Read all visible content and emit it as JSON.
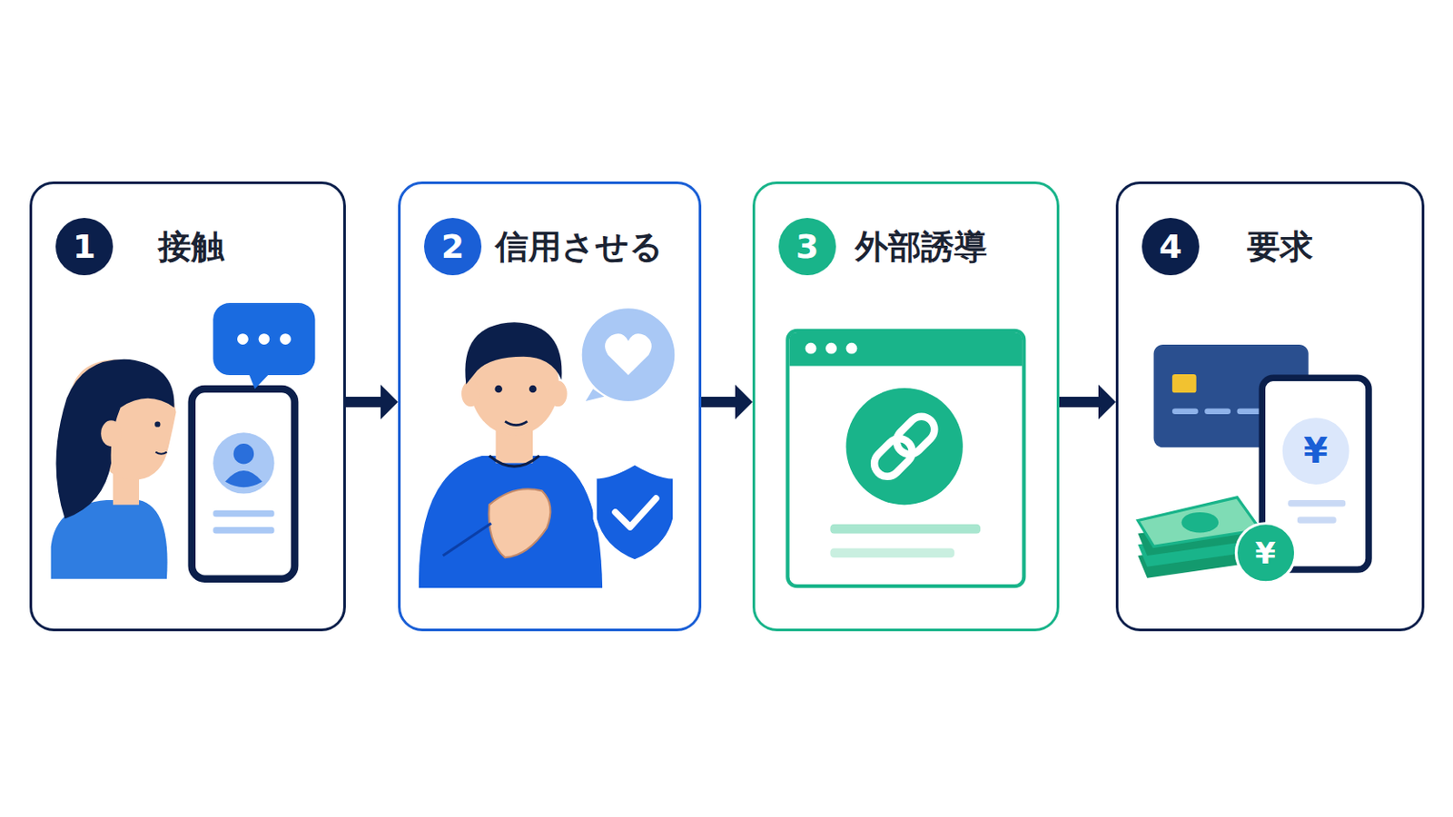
{
  "diagram": {
    "nodes": [
      {
        "text": [
          "接触"
        ]
      },
      {
        "text": [
          "1"
        ],
        "in": 0
      },
      {
        "text": [
          "信用させる"
        ]
      },
      {
        "text": [
          "2"
        ],
        "in": 2
      },
      {
        "text": [
          "外部誘導"
        ]
      },
      {
        "text": [
          "3"
        ],
        "in": 4
      },
      {
        "text": [
          "要求"
        ]
      },
      {
        "text": [
          "4"
        ],
        "in": 6
      }
    ],
    "edges": [
      {
        "from": 0,
        "to": 2,
        "arrow": "to"
      },
      {
        "from": 2,
        "to": 4,
        "arrow": "to"
      },
      {
        "from": 4,
        "to": 6,
        "arrow": "to"
      }
    ],
    "labels": [
      "¥",
      "¥"
    ]
  }
}
